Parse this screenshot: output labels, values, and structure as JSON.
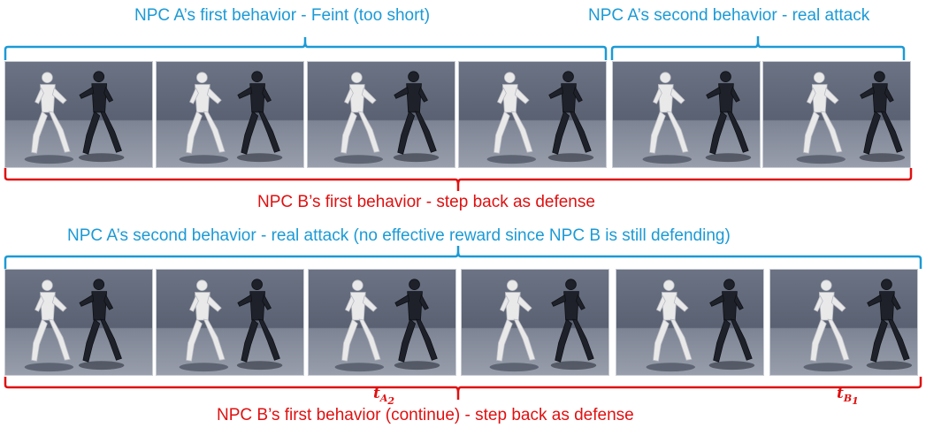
{
  "labels": {
    "a_first": "NPC A’s first behavior - Feint (too short)",
    "a_second_top": "NPC A’s second behavior - real attack",
    "b_first_top": "NPC B’s first behavior - step back as defense",
    "a_second_bottom": "NPC A’s second behavior -  real attack (no effective reward since NPC B is still defending)",
    "b_first_bottom": "NPC B’s first behavior (continue) - step back as defense"
  },
  "markers": {
    "t_a2": {
      "base": "t",
      "sub": "A",
      "subsub": "2"
    },
    "t_b1": {
      "base": "t",
      "sub": "B",
      "subsub": "1"
    }
  },
  "colors": {
    "npc_a": "#1b9ad6",
    "npc_b": "#e01010"
  },
  "frames": {
    "row1": [
      "mannequin-frame-1",
      "mannequin-frame-2",
      "mannequin-frame-3",
      "mannequin-frame-4",
      "mannequin-frame-5",
      "mannequin-frame-6"
    ],
    "row2": [
      "mannequin-frame-7",
      "mannequin-frame-8",
      "mannequin-frame-9",
      "mannequin-frame-10",
      "mannequin-frame-11",
      "mannequin-frame-12"
    ]
  }
}
